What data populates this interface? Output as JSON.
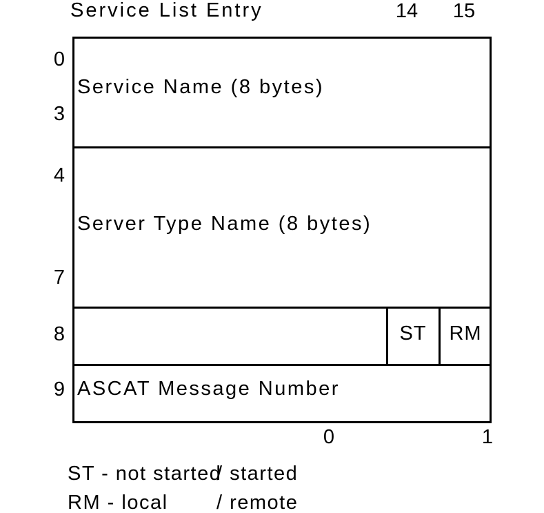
{
  "colors": {
    "ink": "#000000",
    "paper": "#ffffff"
  },
  "header": {
    "title": "Service List Entry",
    "column_labels": [
      "14",
      "15"
    ]
  },
  "structure": {
    "rows": [
      {
        "offset_top": "0",
        "offset_bottom": "3",
        "field": "Service Name (8 bytes)"
      },
      {
        "offset_top": "4",
        "offset_bottom": "7",
        "field": "Server Type Name (8 bytes)"
      },
      {
        "offset_top": "8",
        "flags": [
          {
            "label": "ST"
          },
          {
            "label": "RM"
          }
        ]
      },
      {
        "offset_top": "9",
        "field": "ASCAT Message Number"
      }
    ],
    "footer_column_labels": [
      "0",
      "1"
    ]
  },
  "legend": {
    "lines": [
      {
        "key": "ST - not started",
        "value": "/ started"
      },
      {
        "key": "RM - local",
        "value": "/ remote"
      }
    ]
  }
}
